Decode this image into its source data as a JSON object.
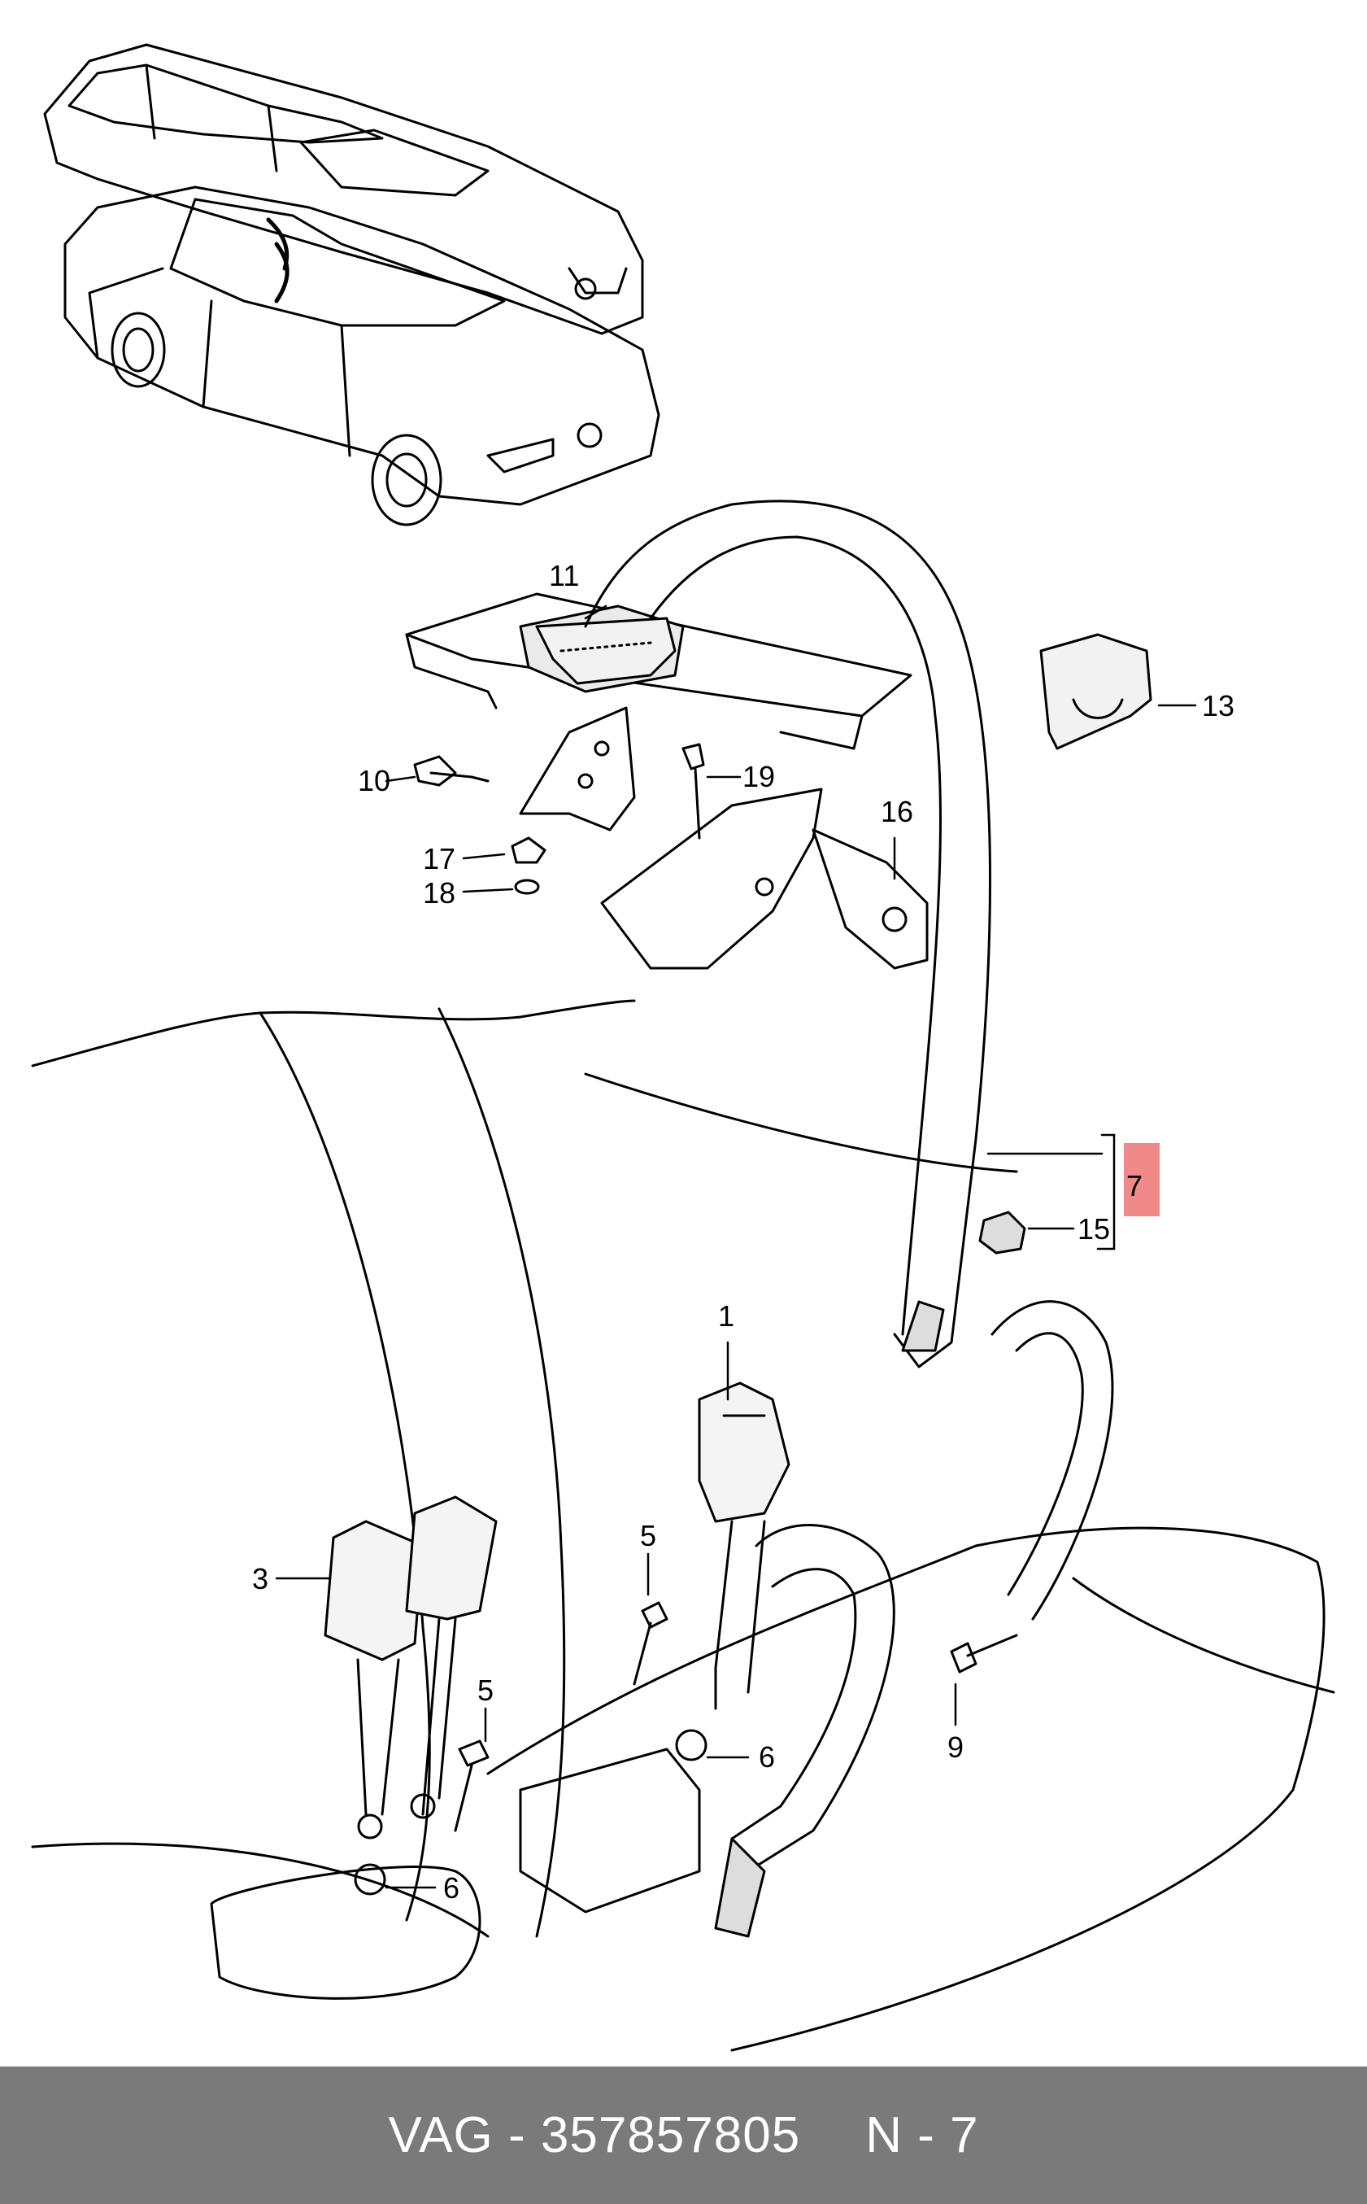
{
  "diagram": {
    "callouts": {
      "c1": "1",
      "c3": "3",
      "c5a": "5",
      "c5b": "5",
      "c6a": "6",
      "c6b": "6",
      "c7": "7",
      "c9": "9",
      "c10": "10",
      "c11": "11",
      "c13": "13",
      "c15": "15",
      "c16": "16",
      "c17": "17",
      "c18": "18",
      "c19": "19"
    },
    "highlight_color": "#f08a8a"
  },
  "footer": {
    "part_number": "VAG - 357857805",
    "page": "N - 7",
    "background": "#7a7a7a"
  }
}
